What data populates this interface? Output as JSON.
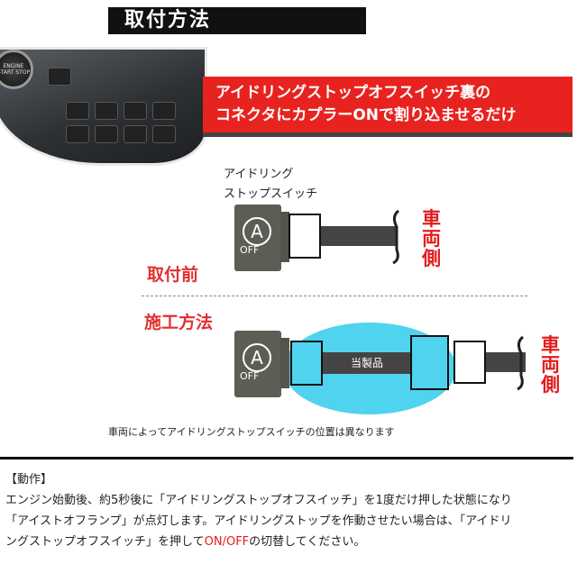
{
  "header": {
    "title": "取付方法"
  },
  "photo": {
    "start_button": "ENGINE START STOP"
  },
  "banner": {
    "line1": "アイドリングストップオフスイッチ裏の",
    "line2": "コネクタにカプラーONで割り込ませるだけ"
  },
  "diagram": {
    "switch_label_1": "アイドリング",
    "switch_label_2": "ストップスイッチ",
    "switch_letter": "A",
    "switch_off": "OFF",
    "vehicle_side": "車両側",
    "before_label": "取付前",
    "method_label": "施工方法",
    "product_label": "当製品",
    "caption": "車両によってアイドリングストップスイッチの位置は異なります"
  },
  "operation": {
    "heading": "【動作】",
    "line1": "エンジン始動後、約5秒後に「アイドリングストップオフスイッチ」を1度だけ押した状態になり",
    "line2": "「アイストオフランプ」が点灯します。アイドリングストップを作動させたい場合は、「アイドリ",
    "line3_a": "ングストップオフスイッチ」を押して",
    "line3_red": "ON/OFF",
    "line3_b": "の切替してください。",
    "highlight_color": "#e21c1c"
  }
}
